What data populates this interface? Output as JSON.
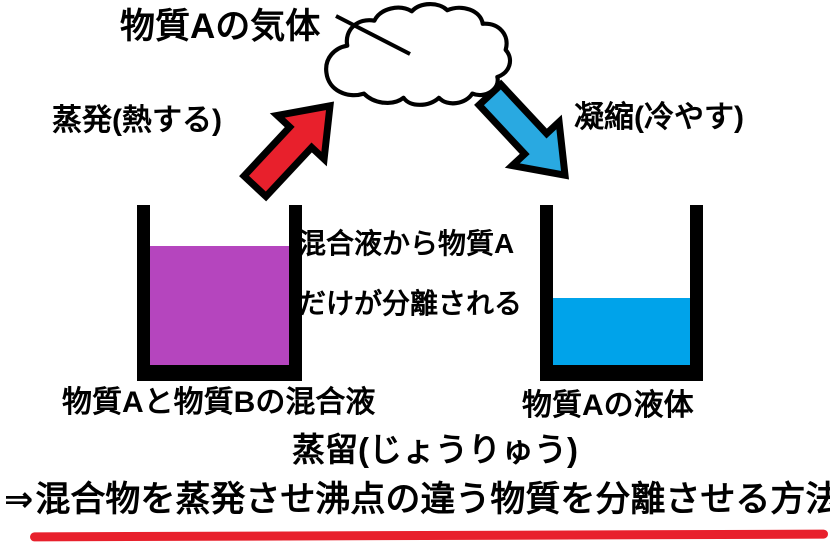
{
  "diagram": {
    "title": "蒸留(じょうりゅう)",
    "gas_label": "物質Aの気体",
    "evaporation_label": "蒸発(熱する)",
    "condensation_label": "凝縮(冷やす)",
    "separation_note_line1": "混合液から物質A",
    "separation_note_line2": "だけが分離される",
    "left_beaker_label": "物質Aと物質Bの混合液",
    "right_beaker_label": "物質Aの液体",
    "conclusion_arrow": "⇒",
    "conclusion_text": "混合物を蒸発させ沸点の違う物質を分離させる方法",
    "icons": {
      "cloud": "cloud-outline",
      "red_arrow": "up-right-block-arrow",
      "blue_arrow": "down-right-block-arrow",
      "pointer": "leader-line"
    },
    "colors": {
      "mixture_liquid": "#b545be",
      "pure_liquid": "#00a3ea",
      "evaporation_arrow": "#e8202c",
      "condensation_arrow": "#29a9e1",
      "underline": "#e8202c",
      "outline": "#000000",
      "cloud_fill": "#ffffff"
    }
  }
}
